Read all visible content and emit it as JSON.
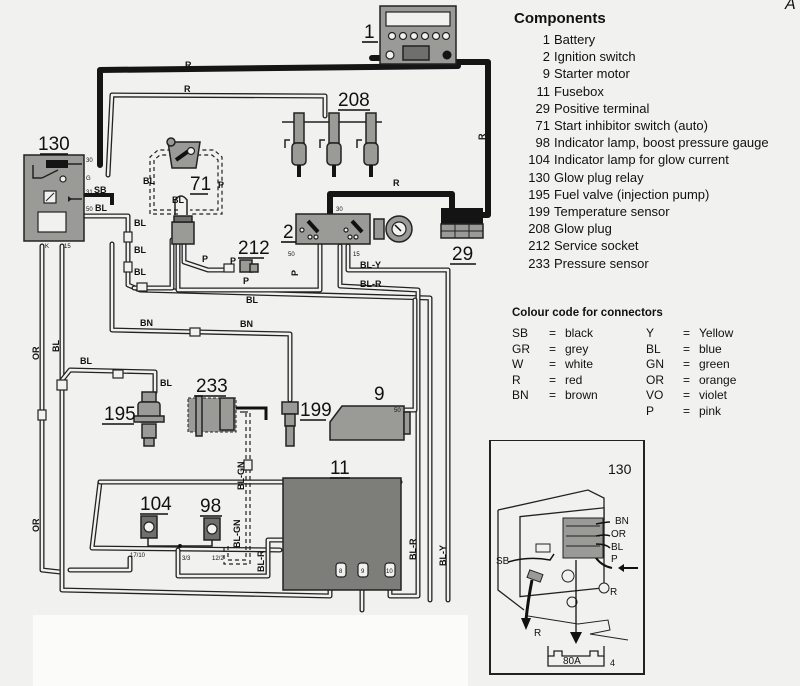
{
  "corner_letter": "A",
  "legend": {
    "title": "Components",
    "components": [
      {
        "num": "1",
        "name": "Battery"
      },
      {
        "num": "2",
        "name": "Ignition switch"
      },
      {
        "num": "9",
        "name": "Starter motor"
      },
      {
        "num": "11",
        "name": "Fusebox"
      },
      {
        "num": "29",
        "name": "Positive terminal"
      },
      {
        "num": "71",
        "name": "Start inhibitor switch (auto)"
      },
      {
        "num": "98",
        "name": "Indicator lamp, boost pressure gauge"
      },
      {
        "num": "104",
        "name": "Indicator lamp for glow current"
      },
      {
        "num": "130",
        "name": "Glow plug relay"
      },
      {
        "num": "195",
        "name": "Fuel valve (injection pump)"
      },
      {
        "num": "199",
        "name": "Temperature sensor"
      },
      {
        "num": "208",
        "name": "Glow plug"
      },
      {
        "num": "212",
        "name": "Service socket"
      },
      {
        "num": "233",
        "name": "Pressure  sensor"
      }
    ]
  },
  "colour_code": {
    "title": "Colour code for connectors",
    "rows": [
      {
        "code": "SB",
        "eq": "=",
        "name": "black",
        "code2": "Y",
        "eq2": "=",
        "name2": "Yellow"
      },
      {
        "code": "GR",
        "eq": "=",
        "name": "grey",
        "code2": "BL",
        "eq2": "=",
        "name2": "blue"
      },
      {
        "code": "W",
        "eq": "=",
        "name": "white",
        "code2": "GN",
        "eq2": "=",
        "name2": "green"
      },
      {
        "code": "R",
        "eq": "=",
        "name": "red",
        "code2": "OR",
        "eq2": "=",
        "name2": "orange"
      },
      {
        "code": "BN",
        "eq": "=",
        "name": "brown",
        "code2": "VO",
        "eq2": "=",
        "name2": "violet"
      },
      {
        "code": "",
        "eq": "",
        "name": "",
        "code2": "P",
        "eq2": "=",
        "name2": "pink"
      }
    ]
  },
  "diagram": {
    "component_labels": {
      "battery": "1",
      "ignition_switch": "2",
      "starter_motor": "9",
      "fusebox": "11",
      "positive_terminal": "29",
      "start_inhibitor": "71",
      "boost_lamp": "98",
      "glow_lamp": "104",
      "glow_relay": "130",
      "fuel_valve": "195",
      "temp_sensor": "199",
      "glow_plug": "208",
      "service_socket": "212",
      "pressure_sensor": "233"
    },
    "wire_labels": {
      "r_top": "R",
      "r_second": "R",
      "r_vertical": "R",
      "r_switch": "R",
      "sb": "SB",
      "bl_relay": "BL",
      "bl_1": "BL",
      "bl_2": "BL",
      "bl_3": "BL",
      "bl_71_left": "BL",
      "bl_71_inner": "BL",
      "p_71": "P",
      "p_212a": "P",
      "p_212b": "P",
      "p_bottom": "P",
      "p_switch": "P",
      "bl_long": "BL",
      "bn_1": "BN",
      "bn_2": "BN",
      "bl_left": "BL",
      "or_1": "OR",
      "or_2": "OR",
      "bl_195a": "BL",
      "bl_195b": "BL",
      "bl_y": "BL-Y",
      "bl_r": "BL-R",
      "bl_gn_1": "BL-GN",
      "bl_gn_2": "BL-GN",
      "bl_r_v1": "BL-R",
      "bl_r_v2": "BL-R",
      "bl_y_v": "BL-Y"
    },
    "terminal_labels": {
      "relay_30": "30",
      "relay_g": "G",
      "relay_31": "31",
      "relay_50": "50",
      "relay_k": "K",
      "relay_15": "15",
      "switch_30": "30",
      "switch_50": "50",
      "switch_15": "15",
      "lamp_1710": "17/10",
      "lamp_33": "3/3",
      "lamp_122": "12/2",
      "fuse_8": "8",
      "fuse_9": "9",
      "fuse_10": "10",
      "starter_50": "50"
    }
  },
  "inset": {
    "title": "130",
    "labels": {
      "bn": "BN",
      "or": "OR",
      "bl": "BL",
      "p": "P",
      "sb": "SB",
      "r_right": "R",
      "r_down": "R",
      "fuse": "80A",
      "fuse_num": "4"
    }
  }
}
